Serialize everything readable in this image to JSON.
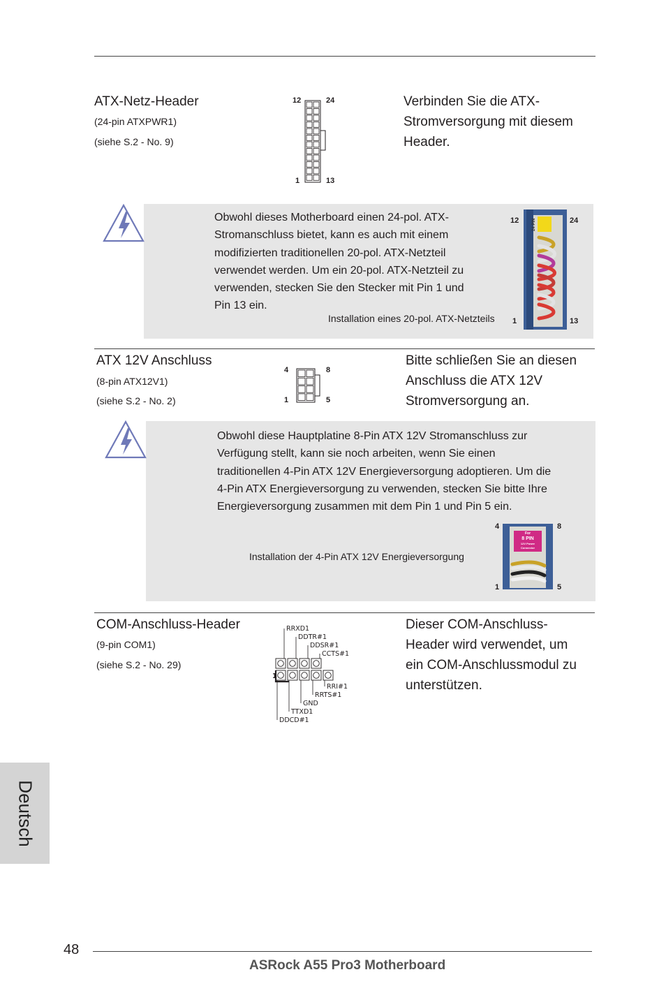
{
  "sections": {
    "atx_power": {
      "title": "ATX-Netz-Header",
      "pin_info": "(24-pin  ATXPWR1)",
      "ref": "(siehe S.2 - No. 9)",
      "pins": {
        "top_left": "12",
        "top_right": "24",
        "bottom_left": "1",
        "bottom_right": "13"
      },
      "description": [
        "Verbinden Sie die ATX-",
        "Stromversorgung mit diesem",
        "Header."
      ],
      "note": [
        "Obwohl dieses Motherboard einen 24-pol. ATX-",
        "Stromanschluss bietet, kann es auch mit einem",
        "modifizierten traditionellen 20-pol. ATX-Netzteil",
        "verwendet werden. Um ein 20-pol. ATX-Netzteil zu",
        "verwenden, stecken Sie den Stecker mit Pin 1 und",
        "Pin 13 ein."
      ],
      "caption": "Installation eines 20-pol. ATX-Netzteils",
      "photo_pins": {
        "top_left": "12",
        "top_right": "24",
        "bottom_left": "1",
        "bottom_right": "13"
      },
      "photo_label": "24 PIN"
    },
    "atx12v": {
      "title": "ATX 12V Anschluss",
      "pin_info": "(8-pin  ATX12V1)",
      "ref": "(siehe S.2 - No. 2)",
      "pins": {
        "top_left": "4",
        "top_right": "8",
        "bottom_left": "1",
        "bottom_right": "5"
      },
      "description": [
        "Bitte schließen Sie an diesen",
        "Anschluss die ATX 12V",
        "Stromversorgung an."
      ],
      "note": [
        "Obwohl diese Hauptplatine 8-Pin ATX 12V Stromanschluss zur",
        "Verfügung stellt, kann sie noch arbeiten, wenn Sie einen",
        "traditionellen 4-Pin ATX 12V Energieversorgung adoptieren. Um die",
        "4-Pin ATX Energieversorgung zu verwenden, stecken Sie bitte Ihre",
        "Energieversorgung zusammen mit dem Pin 1 und Pin 5 ein."
      ],
      "caption": "Installation der 4-Pin ATX 12V Energieversorgung",
      "photo_pins": {
        "top_left": "4",
        "top_right": "8",
        "bottom_left": "1",
        "bottom_right": "5"
      },
      "photo_label": [
        "For",
        "8 PIN",
        "12V Power",
        "Connector"
      ]
    },
    "com": {
      "title": "COM-Anschluss-Header",
      "pin_info": "(9-pin COM1)",
      "ref": "(siehe S.2 - No. 29)",
      "pin_one": "1",
      "signals_top": [
        "RRXD1",
        "DDTR#1",
        "DDSR#1",
        "CCTS#1"
      ],
      "signals_bottom": [
        "RRI#1",
        "RRTS#1",
        "GND",
        "TTXD1",
        "DDCD#1"
      ],
      "description": [
        "Dieser COM-Anschluss-",
        "Header wird verwendet, um",
        "ein COM-Anschlussmodul zu",
        "unterstützen."
      ]
    }
  },
  "side_tab": "Deutsch",
  "footer": {
    "page_number": "48",
    "product": "ASRock  A55 Pro3  Motherboard"
  },
  "colors": {
    "note_bg": "#e6e6e6",
    "tab_bg": "#d4d4d4",
    "warning_icon": "#6f79b8",
    "footer_text": "#555555"
  }
}
